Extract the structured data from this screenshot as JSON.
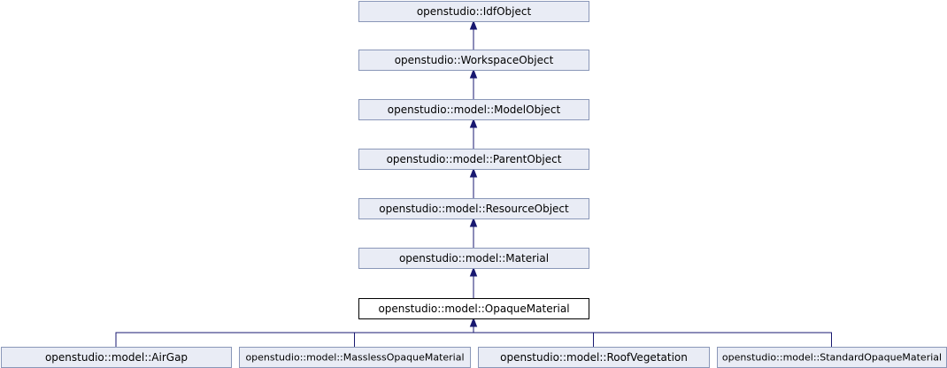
{
  "diagram": {
    "nodes": [
      {
        "id": "idf-object",
        "label": "openstudio::IdfObject",
        "current": false
      },
      {
        "id": "workspace-object",
        "label": "openstudio::WorkspaceObject",
        "current": false
      },
      {
        "id": "model-object",
        "label": "openstudio::model::ModelObject",
        "current": false
      },
      {
        "id": "parent-object",
        "label": "openstudio::model::ParentObject",
        "current": false
      },
      {
        "id": "resource-object",
        "label": "openstudio::model::ResourceObject",
        "current": false
      },
      {
        "id": "material",
        "label": "openstudio::model::Material",
        "current": false
      },
      {
        "id": "opaque-material",
        "label": "openstudio::model::OpaqueMaterial",
        "current": true
      },
      {
        "id": "air-gap",
        "label": "openstudio::model::AirGap",
        "current": false
      },
      {
        "id": "massless-opaque-material",
        "label": "openstudio::model::MasslessOpaqueMaterial",
        "current": false
      },
      {
        "id": "roof-vegetation",
        "label": "openstudio::model::RoofVegetation",
        "current": false
      },
      {
        "id": "standard-opaque-material",
        "label": "openstudio::model::StandardOpaqueMaterial",
        "current": false
      }
    ],
    "edges": [
      {
        "from": "workspace-object",
        "to": "idf-object"
      },
      {
        "from": "model-object",
        "to": "workspace-object"
      },
      {
        "from": "parent-object",
        "to": "model-object"
      },
      {
        "from": "resource-object",
        "to": "parent-object"
      },
      {
        "from": "material",
        "to": "resource-object"
      },
      {
        "from": "opaque-material",
        "to": "material"
      },
      {
        "from": "air-gap",
        "to": "opaque-material"
      },
      {
        "from": "massless-opaque-material",
        "to": "opaque-material"
      },
      {
        "from": "roof-vegetation",
        "to": "opaque-material"
      },
      {
        "from": "standard-opaque-material",
        "to": "opaque-material"
      }
    ]
  }
}
